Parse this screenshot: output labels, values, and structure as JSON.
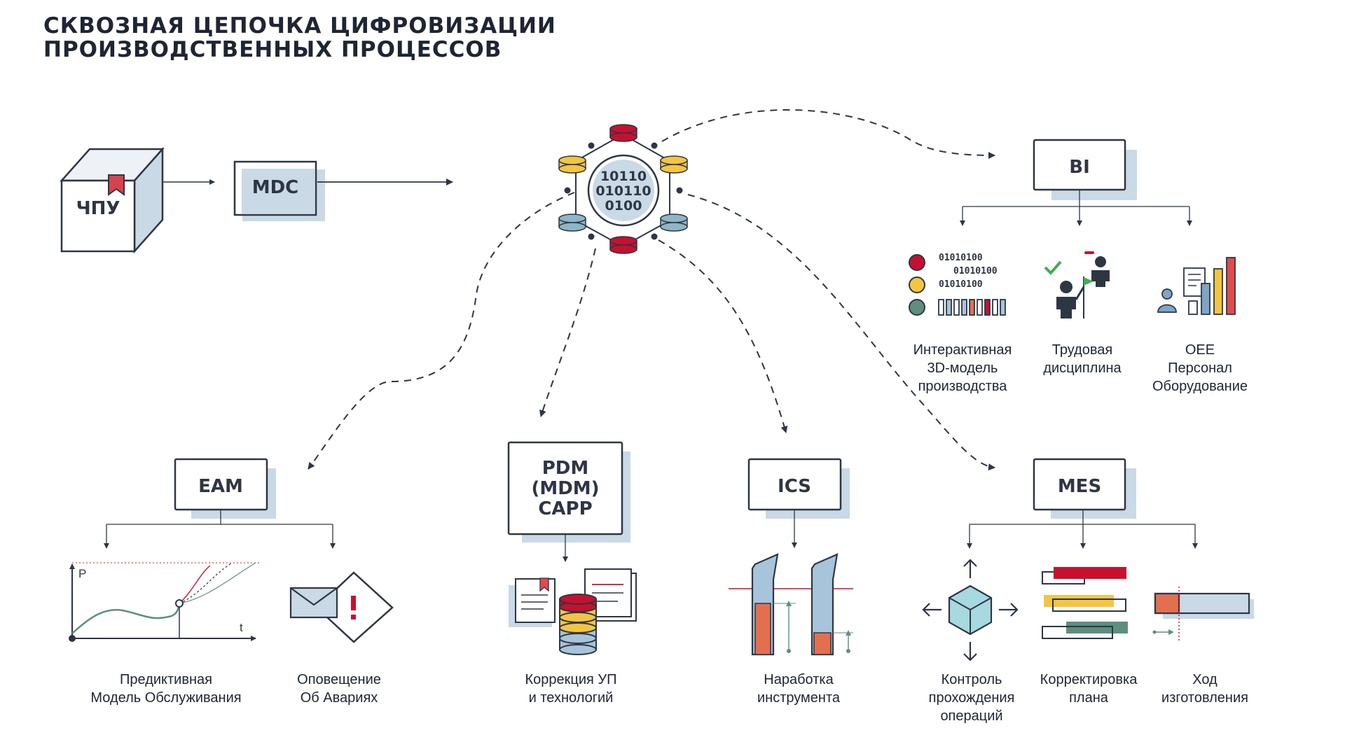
{
  "title": {
    "line1": "СКВОЗНАЯ ЦЕПОЧКА ЦИФРОВИЗАЦИИ",
    "line2": "ПРОИЗВОДСТВЕННЫХ ПРОЦЕССОВ"
  },
  "nodes": {
    "cnc": "ЧПУ",
    "mdc": "MDC",
    "hub_binary": [
      "10110",
      "010110",
      "0100"
    ],
    "bi": "BI",
    "eam": "EAM",
    "pdm": [
      "PDM",
      "(MDM)",
      "CAPP"
    ],
    "ics": "ICS",
    "mes": "MES"
  },
  "bi_items": {
    "binary_rows": [
      "01010100",
      "01010100",
      "01010100"
    ],
    "captions": [
      [
        "Интерактивная",
        "3D-модель",
        "производства"
      ],
      [
        "Трудовая",
        "дисциплина"
      ],
      [
        "OEE",
        "Персонал",
        "Оборудование"
      ]
    ]
  },
  "eam_items": {
    "axis_p": "P",
    "axis_t": "t",
    "captions": [
      [
        "Предиктивная",
        "Модель Обслуживания"
      ],
      [
        "Оповещение",
        "Об Авариях"
      ]
    ]
  },
  "pdm_items": {
    "captions": [
      [
        "Коррекция УП",
        "и технологий"
      ]
    ]
  },
  "ics_items": {
    "captions": [
      [
        "Наработка",
        "инструмента"
      ]
    ]
  },
  "mes_items": {
    "captions": [
      [
        "Контроль",
        "прохождения",
        "операций"
      ],
      [
        "Корректировка",
        "плана"
      ],
      [
        "Ход",
        "изготовления"
      ]
    ]
  },
  "colors": {
    "ink": "#2e3644",
    "shadow": "#c9d9e6",
    "red": "#c8102e",
    "yellow": "#f4c542",
    "teal": "#5e8e7e",
    "orange": "#e2704f",
    "blue": "#a8c4db"
  }
}
